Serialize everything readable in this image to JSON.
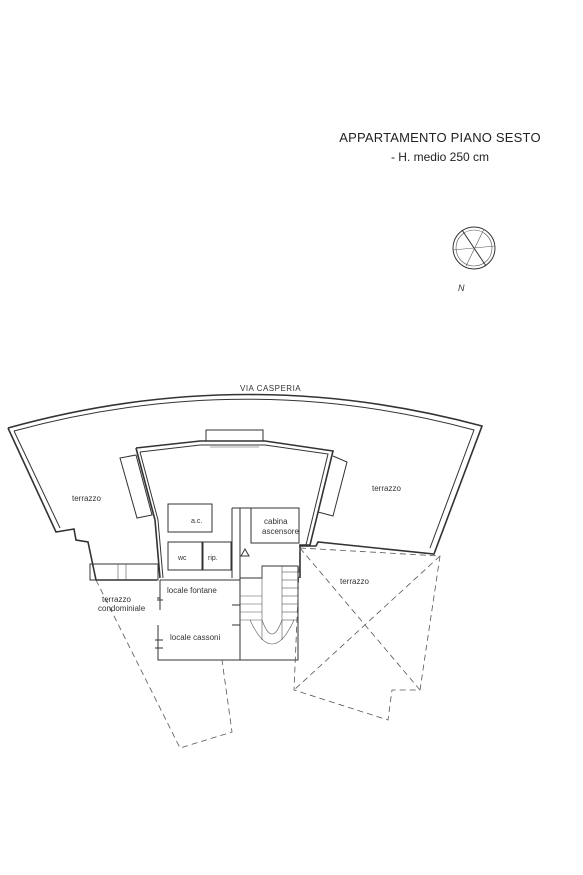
{
  "title": "APPARTAMENTO PIANO SESTO",
  "subtitle": "- H. medio 250 cm",
  "compass": {
    "label": "N"
  },
  "street": "VIA CASPERIA",
  "rooms": {
    "terrazzo_left": "terrazzo",
    "terrazzo_right": "terrazzo",
    "terrazzo_lower": "terrazzo",
    "terrazzo_condominiale_1": "terrazzo",
    "terrazzo_condominiale_2": "condominiale",
    "ac": "a.c.",
    "wc": "wc",
    "rip": "rip.",
    "cabina_1": "cabina",
    "cabina_2": "ascensore",
    "locale_fontane": "locale fontane",
    "locale_cassoni": "locale cassoni"
  }
}
